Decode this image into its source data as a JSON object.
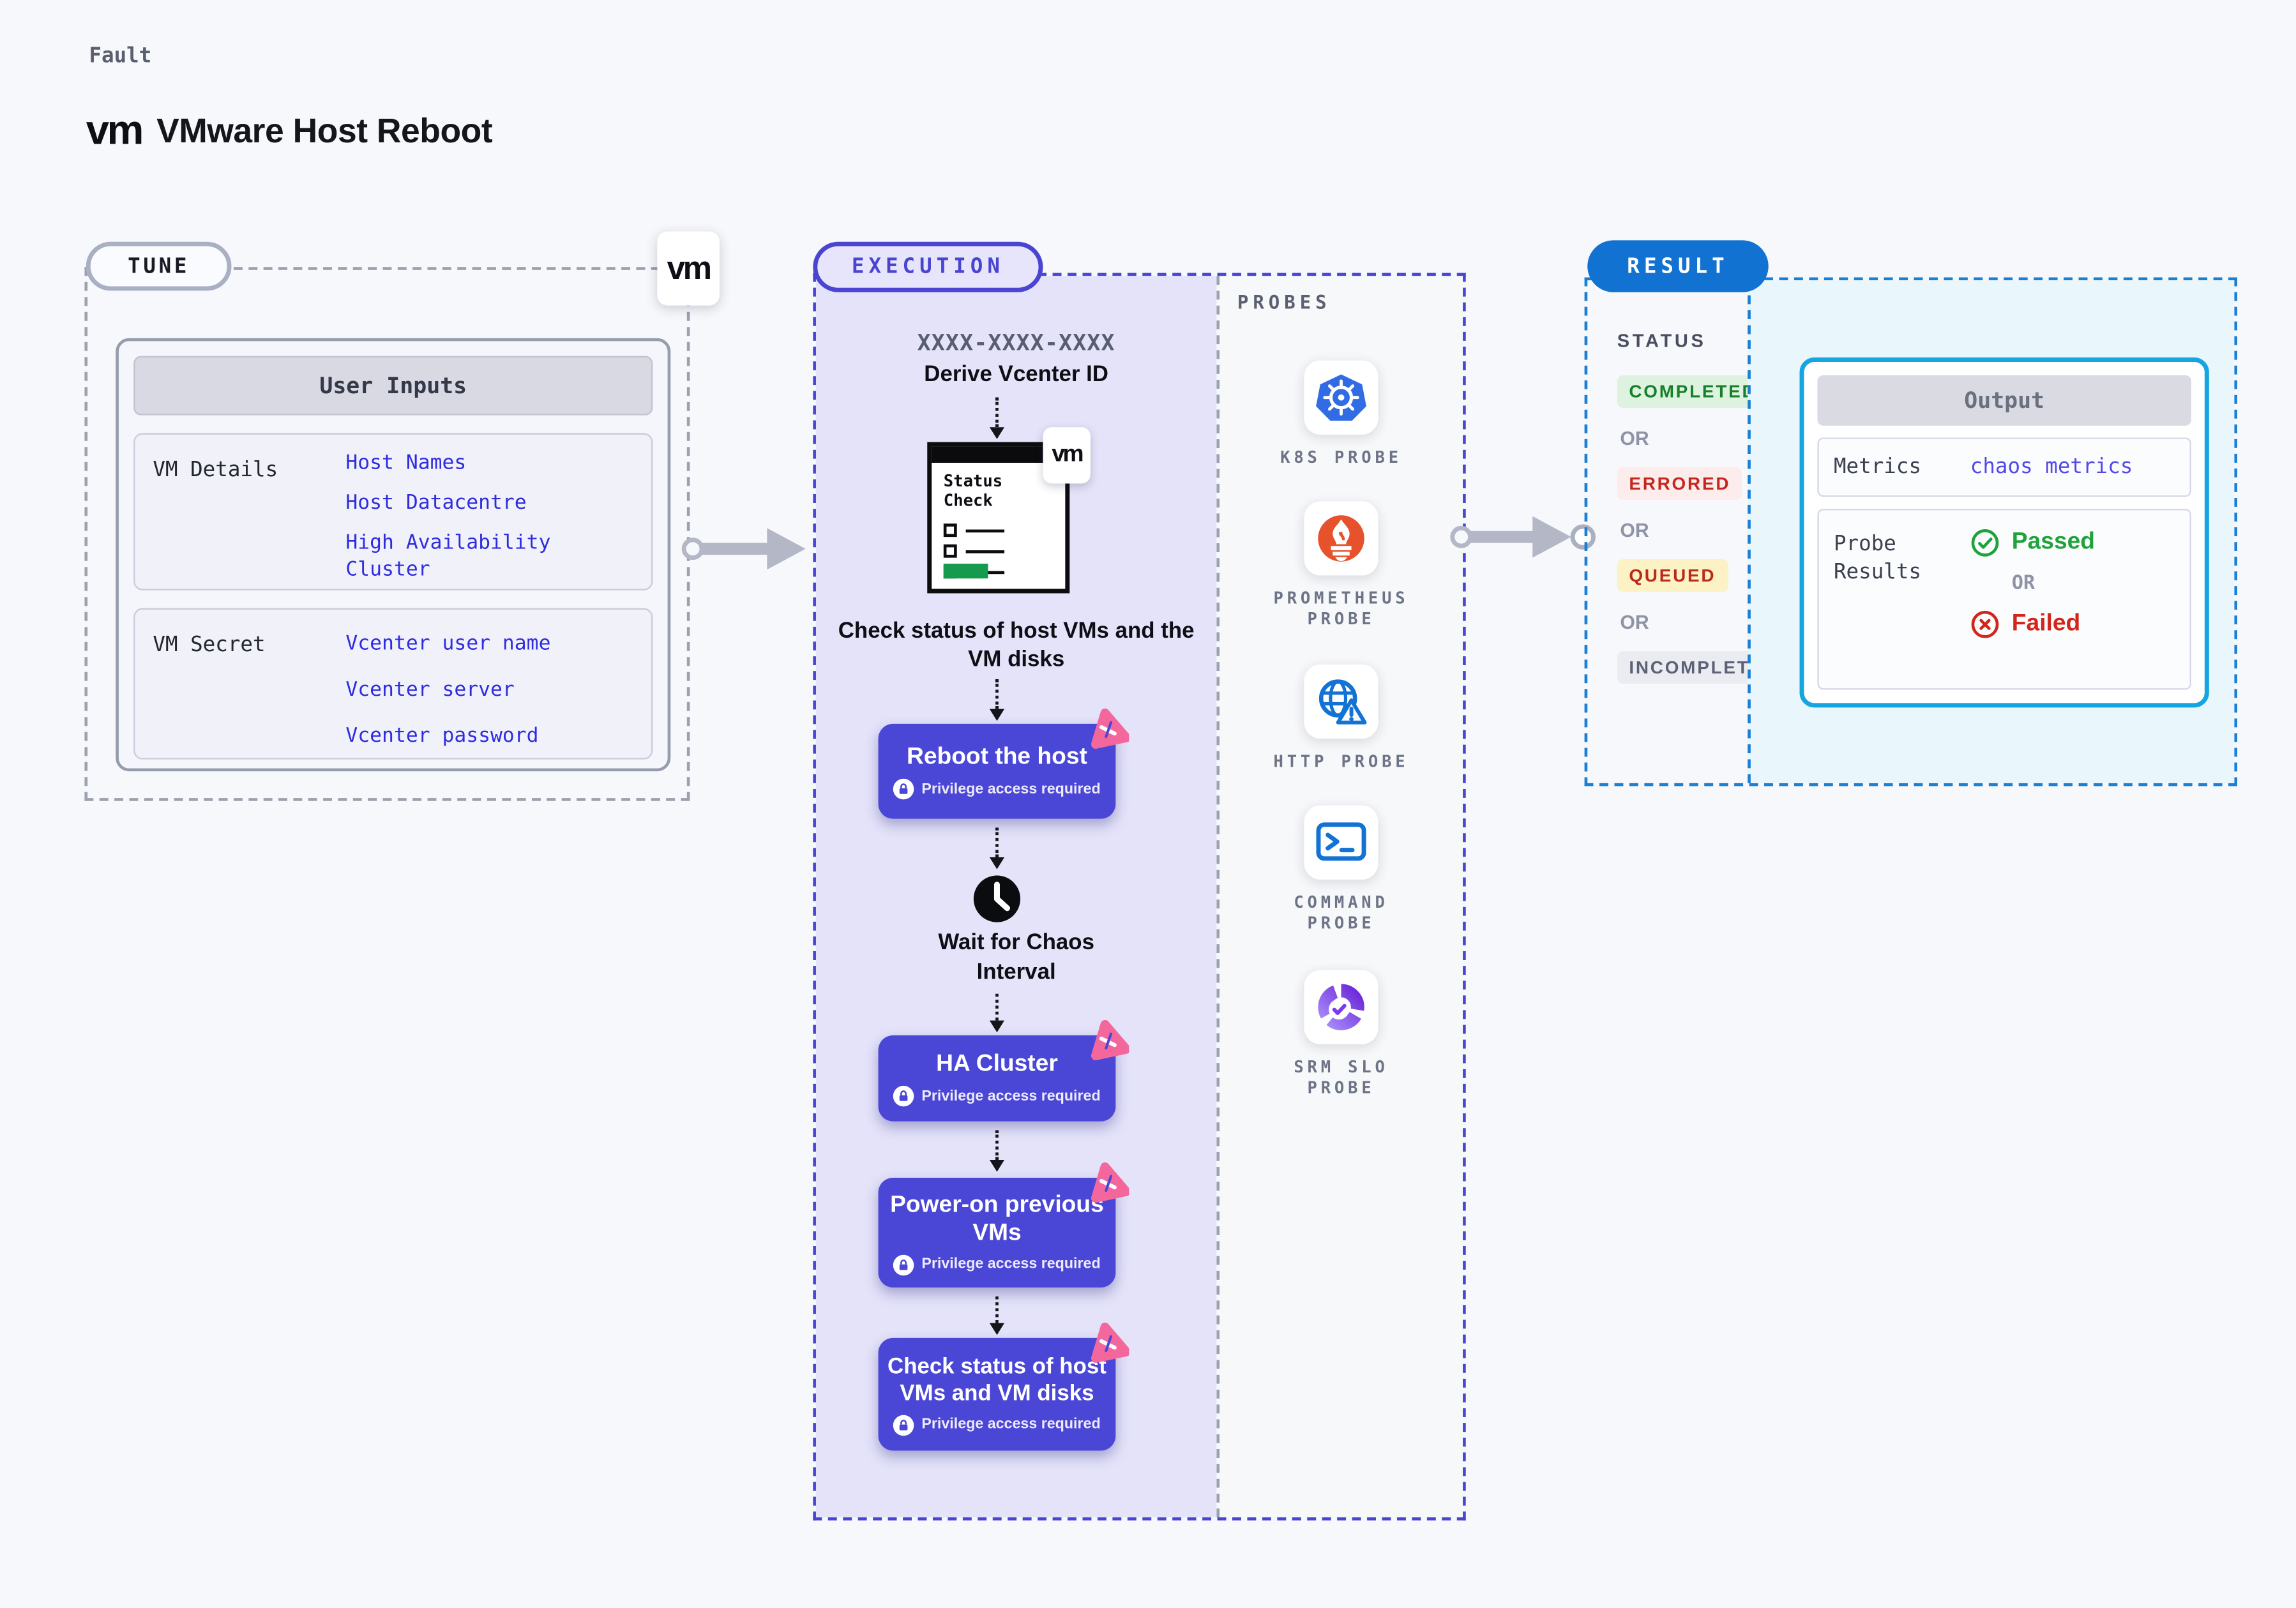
{
  "brand": {
    "logo_text": "vm"
  },
  "page": {
    "kicker": "Fault",
    "title": "VMware Host Reboot"
  },
  "tune": {
    "badge": "TUNE",
    "panel_title": "User Inputs",
    "rows": [
      {
        "label": "VM Details",
        "values": [
          "Host Names",
          "Host Datacentre",
          "High Availability Cluster"
        ]
      },
      {
        "label": "VM Secret",
        "values": [
          "Vcenter user name",
          "Vcenter server",
          "Vcenter password"
        ]
      }
    ]
  },
  "execution": {
    "badge": "EXECUTION",
    "run_id": "XXXX-XXXX-XXXX",
    "derive_label": "Derive Vcenter ID",
    "status_check_title": "Status Check",
    "check_caption": "Check status of host VMs and the VM disks",
    "wait_label": "Wait for Chaos Interval",
    "steps": [
      {
        "title": "Reboot the host",
        "note": "Privilege access required"
      },
      {
        "title": "HA Cluster",
        "note": "Privilege access required"
      },
      {
        "title": "Power-on previous VMs",
        "note": "Privilege access required"
      },
      {
        "title": "Check status of host VMs and VM disks",
        "note": "Privilege access required"
      }
    ]
  },
  "probes": {
    "title": "PROBES",
    "items": [
      {
        "label": "K8S PROBE",
        "icon": "kubernetes-icon"
      },
      {
        "label": "PROMETHEUS PROBE",
        "icon": "prometheus-icon"
      },
      {
        "label": "HTTP PROBE",
        "icon": "http-globe-warning-icon"
      },
      {
        "label": "COMMAND PROBE",
        "icon": "terminal-icon"
      },
      {
        "label": "SRM SLO PROBE",
        "icon": "slo-donut-check-icon"
      }
    ]
  },
  "result": {
    "badge": "RESULT",
    "status_title": "STATUS",
    "or_label": "OR",
    "statuses": [
      {
        "label": "COMPLETED",
        "bg": "#def3df",
        "color": "#17802a"
      },
      {
        "label": "ERRORED",
        "bg": "#fcecec",
        "color": "#c5271d"
      },
      {
        "label": "QUEUED",
        "bg": "#fdf1c6",
        "color": "#b92a18"
      },
      {
        "label": "INCOMPLETED",
        "bg": "#ebecf2",
        "color": "#5c6175"
      }
    ],
    "output": {
      "title": "Output",
      "metrics_label": "Metrics",
      "metrics_value": "chaos metrics",
      "probe_results_label": "Probe Results",
      "passed_label": "Passed",
      "or_label": "OR",
      "failed_label": "Failed"
    }
  },
  "colors": {
    "page_bg": "#f7f8fb",
    "execution_panel_bg": "#e4e3f9",
    "execution_border": "#4a45d1",
    "step_button_bg": "#4b47d6",
    "result_border": "#1b7fd4",
    "result_badge_bg": "#1172d2",
    "result_panel_bg": "#e9f6fc",
    "output_card_border": "#15a5e0",
    "link_blue": "#2f2ce0",
    "passed_green": "#1ea23a",
    "failed_red": "#d3261b",
    "litmus_pink": "#f4679d",
    "kubernetes_blue": "#326ce5",
    "prometheus_orange": "#e6522c",
    "probe_icon_blue": "#1273d4",
    "slo_purple": "#7c3aed",
    "status_check_green": "#169a4e"
  }
}
